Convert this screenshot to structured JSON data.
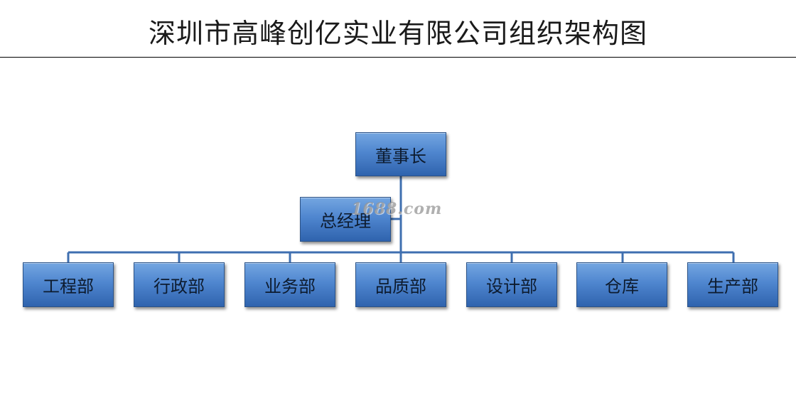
{
  "title": "深圳市高峰创亿实业有限公司组织架构图",
  "nodes": {
    "chairman": "董事长",
    "general_manager": "总经理",
    "departments": [
      "工程部",
      "行政部",
      "业务部",
      "品质部",
      "设计部",
      "仓库",
      "生产部"
    ]
  },
  "watermark": "1688.com",
  "colors": {
    "box_fill_top": "#74a6e1",
    "box_fill_bottom": "#2f63ae",
    "connector": "#3f6fb0",
    "title_rule": "#000000"
  }
}
